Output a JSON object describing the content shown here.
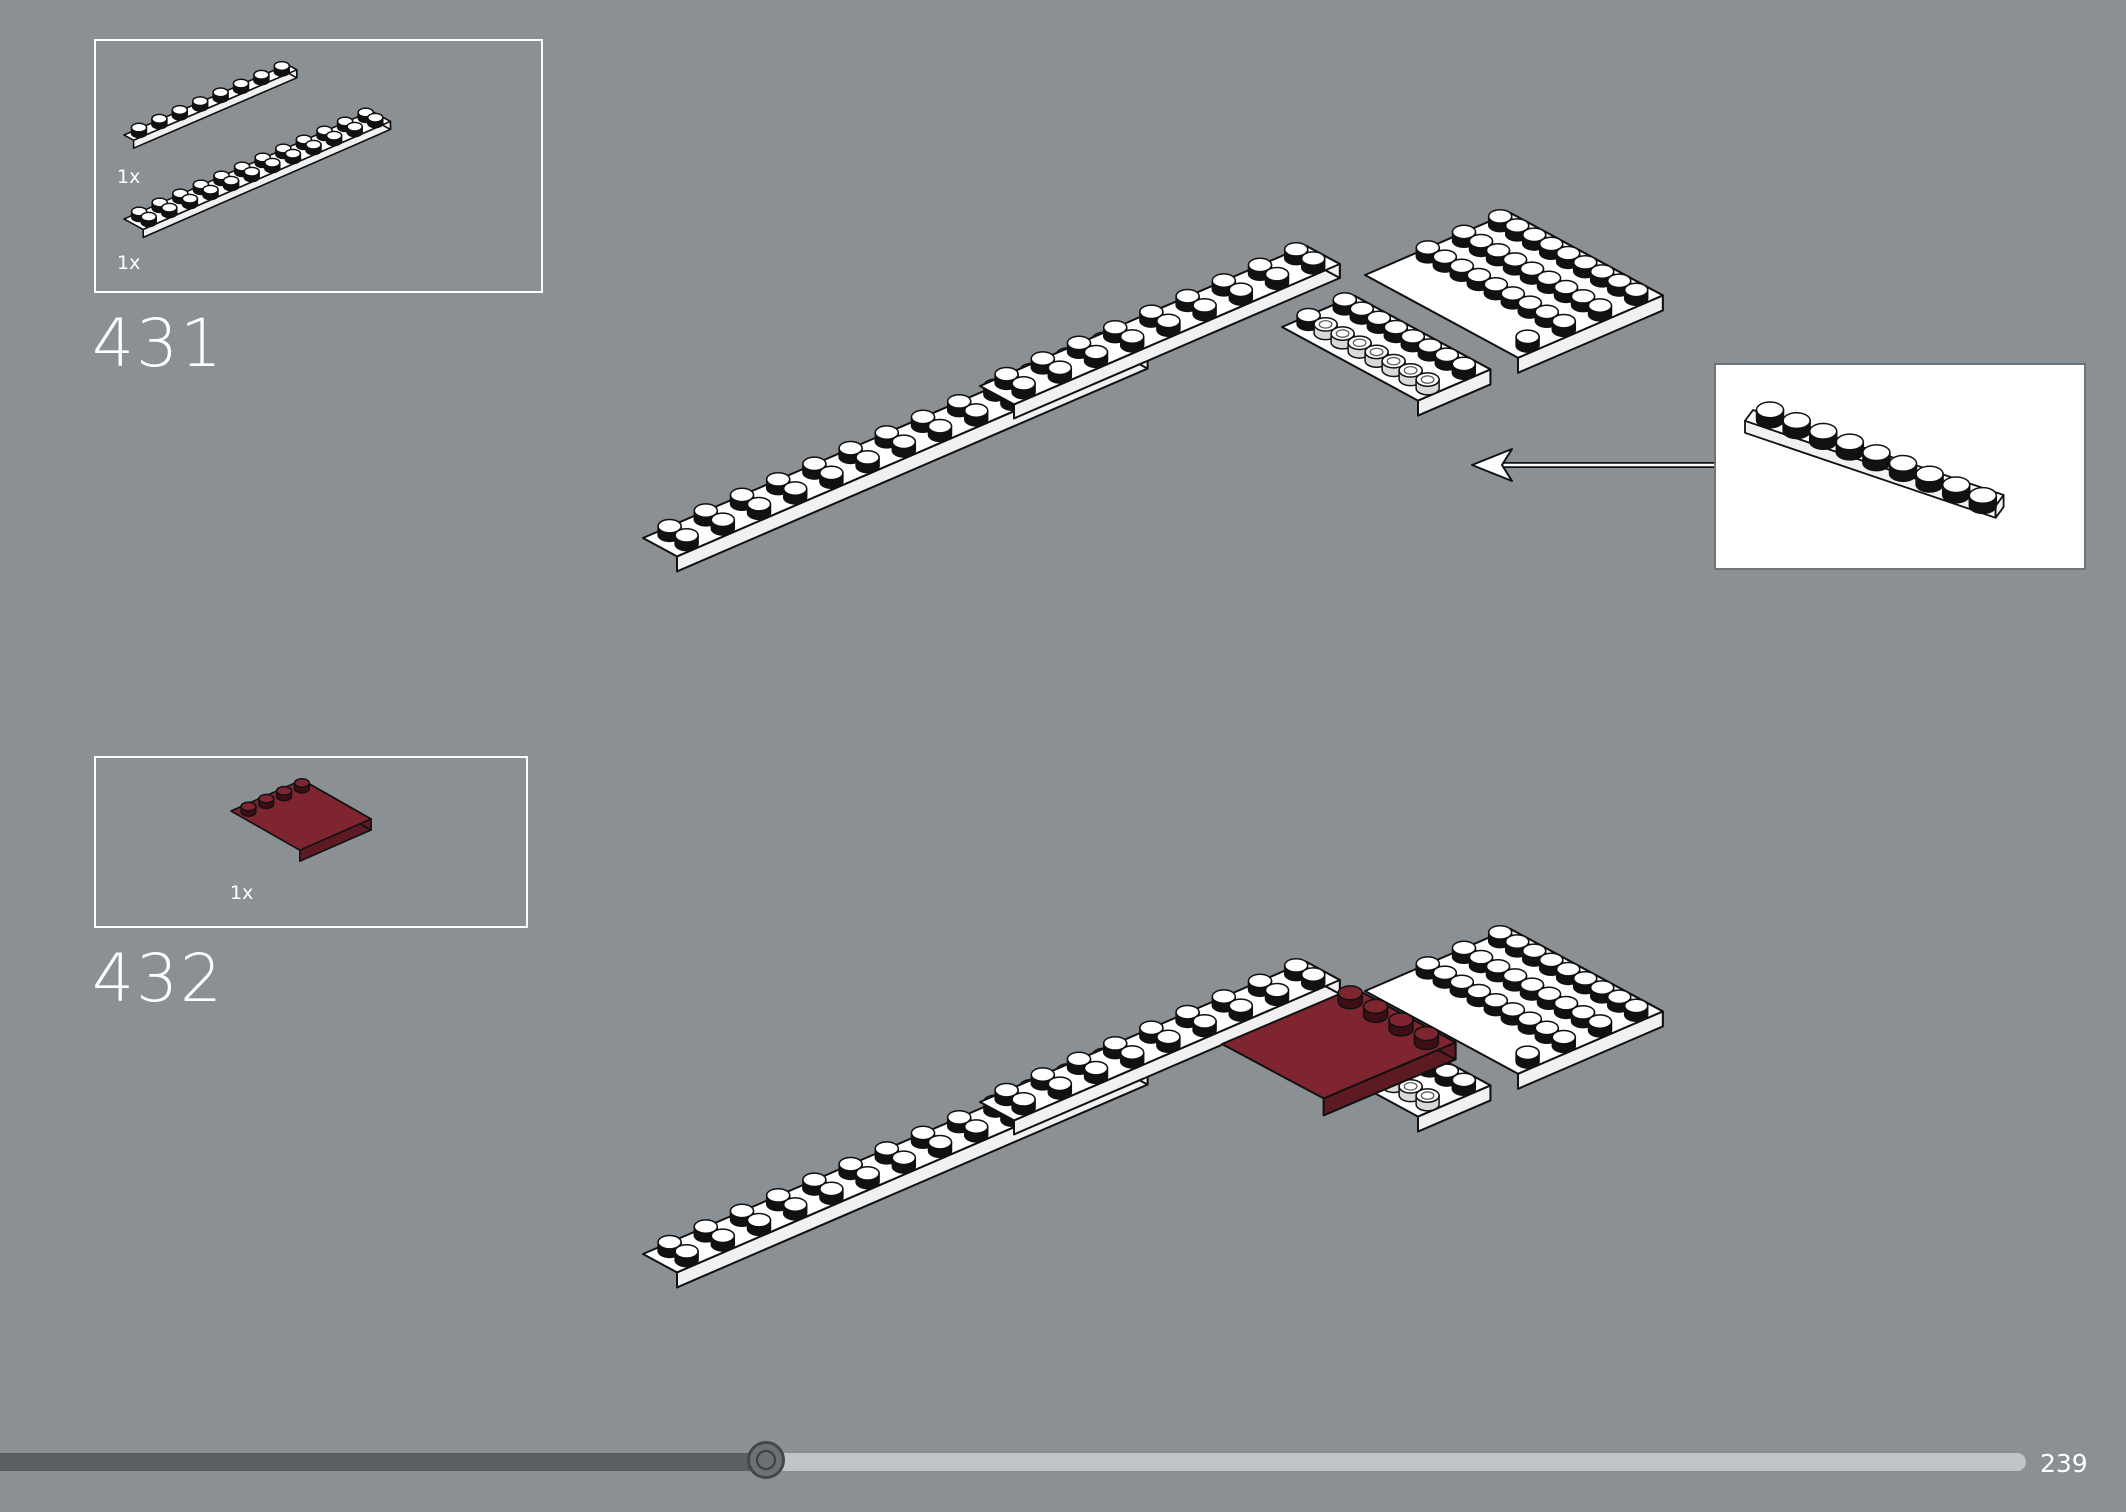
{
  "steps": [
    {
      "number": "431",
      "parts": [
        {
          "qty": "1x"
        },
        {
          "qty": "1x"
        }
      ]
    },
    {
      "number": "432",
      "parts": [
        {
          "qty": "1x"
        }
      ]
    }
  ],
  "colors": {
    "background": "#8a9093",
    "brick_white": "#ffffff",
    "brick_dark_red": "#7e2530",
    "outline": "#111111"
  },
  "progress": {
    "fraction": 0.378
  },
  "footer": {
    "page_number": "239"
  }
}
